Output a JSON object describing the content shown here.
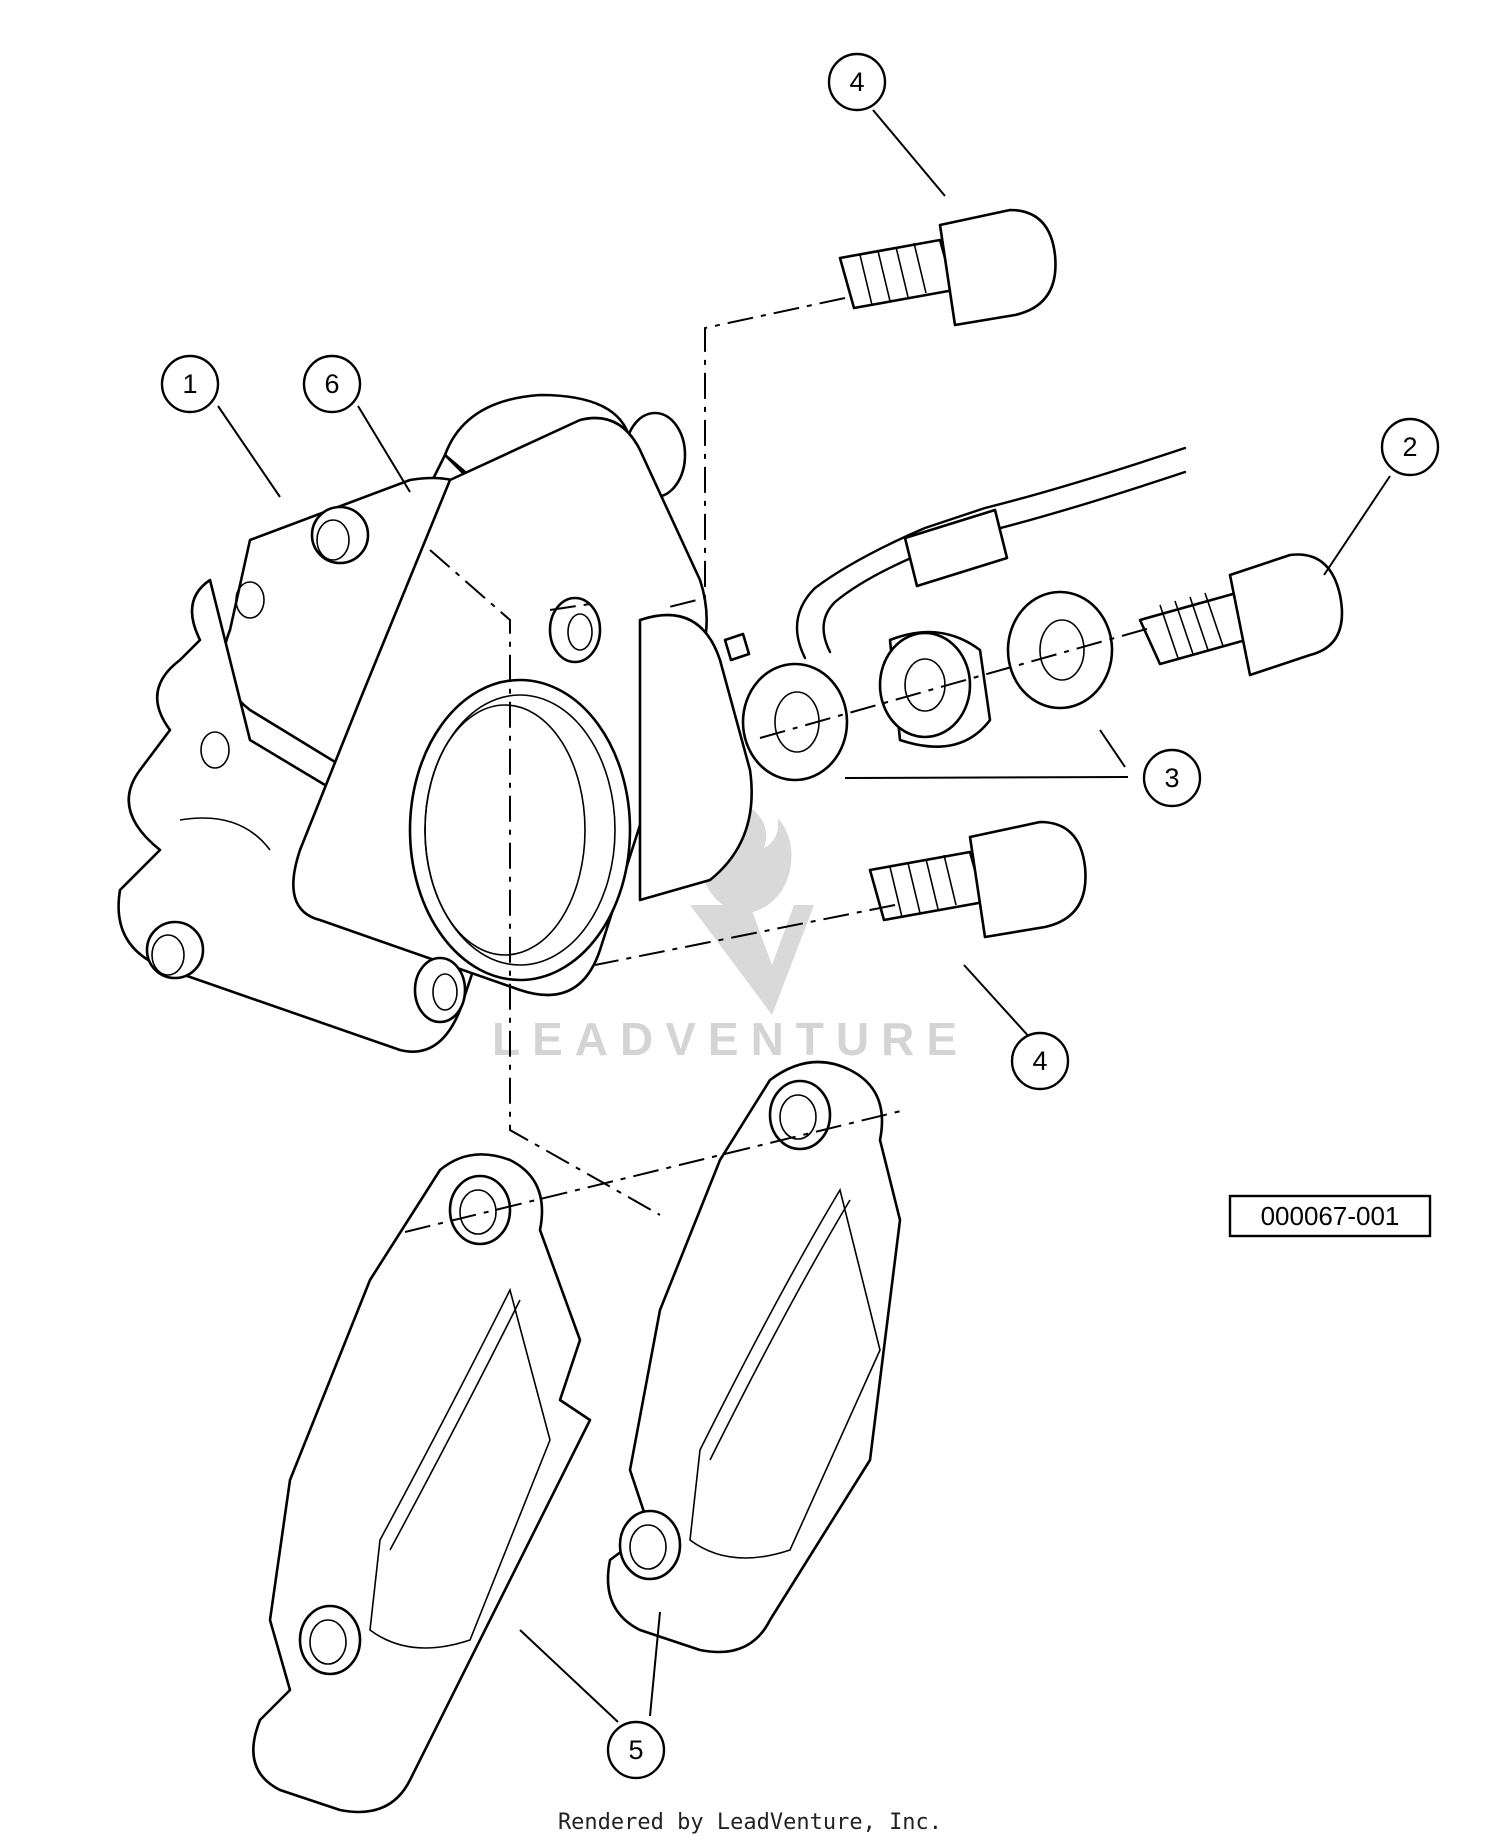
{
  "callouts": [
    {
      "label": "1"
    },
    {
      "label": "6"
    },
    {
      "label": "4"
    },
    {
      "label": "2"
    },
    {
      "label": "3"
    },
    {
      "label": "4"
    },
    {
      "label": "5"
    }
  ],
  "drawing_number": "000067-001",
  "watermark": "LEADVENTURE",
  "footer": "Rendered by LeadVenture, Inc."
}
